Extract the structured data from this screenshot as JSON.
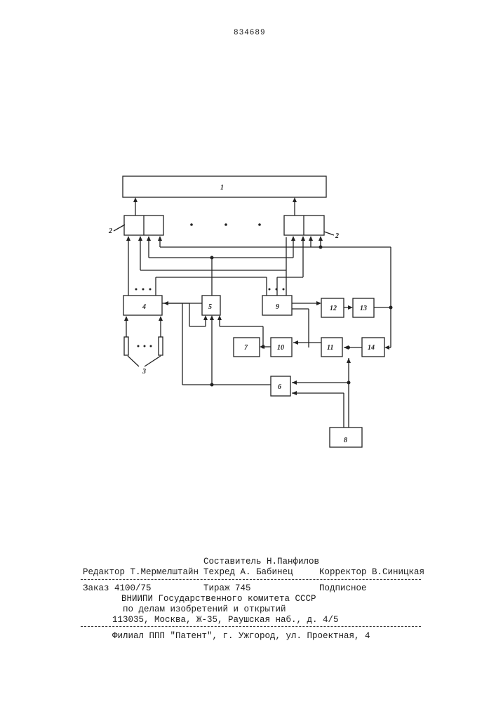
{
  "patent_number": "834689",
  "diagram": {
    "blocks": [
      "1",
      "2",
      "2",
      "3",
      "4",
      "5",
      "6",
      "7",
      "8",
      "9",
      "10",
      "11",
      "12",
      "13",
      "14"
    ]
  },
  "footer": {
    "compiler": "Составитель Н.Панфилов",
    "editor": "Редактор Т.Мермелштайн",
    "techred": "Техред А. Бабинец",
    "corrector": "Корректор В.Синицкая",
    "order": "Заказ 4100/75",
    "circulation": "Тираж 745",
    "subscription": "Подписное",
    "org1": "ВНИИПИ Государственного комитета СССР",
    "org2": "по делам изобретений и открытий",
    "address": "113035, Москва, Ж-35, Раушская наб., д. 4/5",
    "branch": "Филиал ППП \"Патент\", г. Ужгород, ул. Проектная, 4"
  }
}
